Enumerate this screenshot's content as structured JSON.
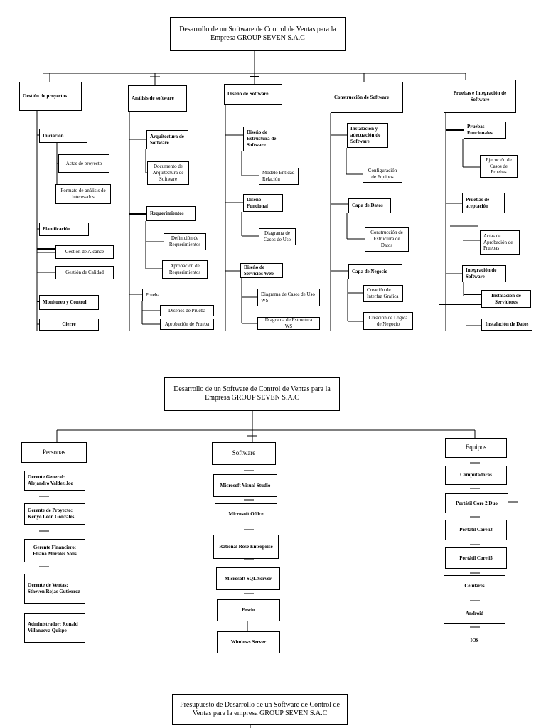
{
  "diagram1": {
    "title": "Desarrollo de un Software de Control de Ventas para la Empresa GROUP SEVEN S.A.C",
    "columns": [
      {
        "label": "Gestión de proyectos",
        "items": [
          "Iniciación",
          "Actas de proyecto",
          "Formato de análisis de interesados",
          "Planificación",
          "Gestión de Alcance",
          "Gestión de Calidad",
          "Monitoreo y Control",
          "Cierre"
        ]
      },
      {
        "label": "Análisis de software",
        "items": [
          "Arquitectura de Software",
          "Documento de Arquitectura de Software",
          "Requerimientos",
          "Definición de Requerimientos",
          "Aprobación de Requerimientos",
          "Prueba",
          "Diseños de Prueba",
          "Aprobación de Prueba"
        ]
      },
      {
        "label": "Diseño de Software",
        "items": [
          "Diseño de Estructura de Software",
          "Modelo Entidad Relación",
          "Diseño Funcional",
          "Diagrama de Casos de Uso",
          "Diseño de Servicios Web",
          "Diagrama de Casos de Uso WS",
          "Diagrama de Estructura WS"
        ]
      },
      {
        "label": "Construcción de Software",
        "items": [
          "Instalación y adecuación de Software",
          "Configuración de Equipos",
          "Capa de Datos",
          "Construcción de Estructura de Datos",
          "Capa de Negocio",
          "Creación de Interfaz Grafica",
          "Creación de Lógica de Negocio"
        ]
      },
      {
        "label": "Pruebas e Integración de Software",
        "items": [
          "Pruebas Funcionales",
          "Ejecución de Casos de Pruebas",
          "Pruebas de aceptación",
          "Actas de Aprobación de Pruebas",
          "Integración de Software",
          "Instalación de Servidores",
          "Instalación de Datos"
        ]
      }
    ]
  },
  "diagram2": {
    "title": "Desarrollo de un Software de Control de Ventas para la Empresa GROUP SEVEN S.A.C",
    "personas": {
      "label": "Personas",
      "items": [
        "Gerente General: Alejandro Valdez Joo",
        "Gerente de Proyecto: Kenyo Leon Gonzales",
        "Gerente Financiero: Eliana Morales Solis",
        "Gerente de Ventas: Stheven Rojas Gutierrez",
        "Administrador: Ronald Villanueva Quispe"
      ]
    },
    "software": {
      "label": "Software",
      "items": [
        "Microsoft Visual Studio",
        "Microsoft Office",
        "Rational Rose Enterprise",
        "Microsoft SQL Server",
        "Erwin",
        "Windows Server"
      ]
    },
    "equipos": {
      "label": "Equipos",
      "items": [
        "Computadoras",
        "Portátil Core 2 Duo",
        "Portátil Core i3",
        "Portátil Core i5",
        "Celulares",
        "Android",
        "IOS"
      ]
    }
  },
  "diagram3": {
    "title": "Presupuesto de Desarrollo de un Software de Control de Ventas para la empresa GROUP SEVEN S.A.C"
  }
}
